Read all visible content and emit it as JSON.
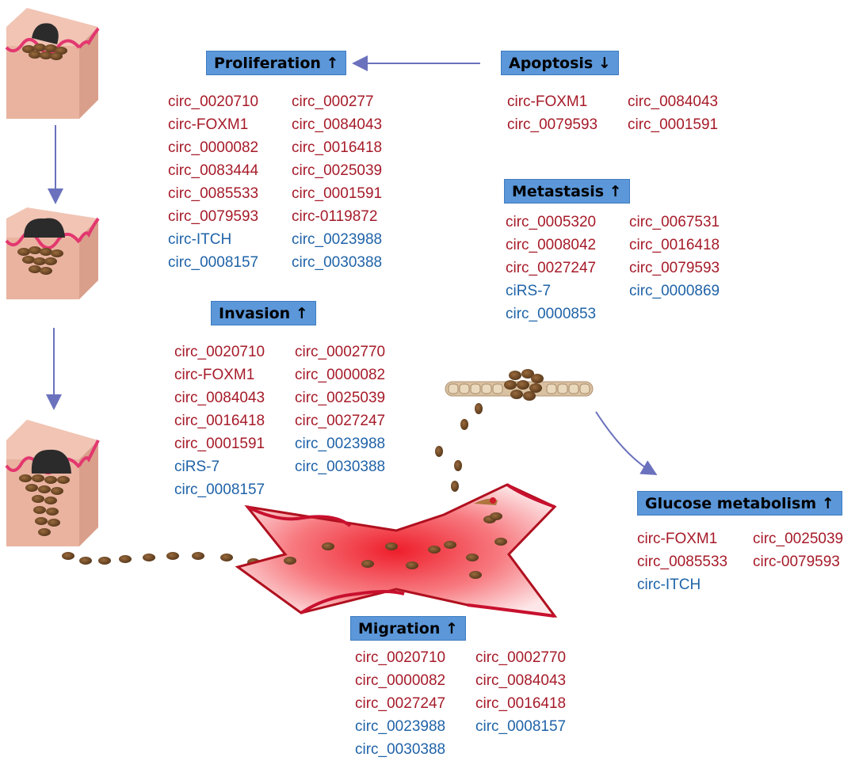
{
  "colors": {
    "up": "#a61b29",
    "down": "#1f63a8",
    "header": "#5b97d9"
  },
  "sections": {
    "proliferation": {
      "label": "Proliferation ↑",
      "col1": [
        {
          "text": "circ_0020710",
          "c": "up"
        },
        {
          "text": "circ-FOXM1",
          "c": "up"
        },
        {
          "text": "circ_0000082",
          "c": "up"
        },
        {
          "text": "circ_0083444",
          "c": "up"
        },
        {
          "text": "circ_0085533",
          "c": "up"
        },
        {
          "text": "circ_0079593",
          "c": "up"
        },
        {
          "text": "circ-ITCH",
          "c": "down"
        },
        {
          "text": "circ_0008157",
          "c": "down"
        }
      ],
      "col2": [
        {
          "text": "circ_000277",
          "c": "up"
        },
        {
          "text": "circ_0084043",
          "c": "up"
        },
        {
          "text": "circ_0016418",
          "c": "up"
        },
        {
          "text": "circ_0025039",
          "c": "up"
        },
        {
          "text": "circ_0001591",
          "c": "up"
        },
        {
          "text": "circ-0119872",
          "c": "up"
        },
        {
          "text": "circ_0023988",
          "c": "down"
        },
        {
          "text": "circ_0030388",
          "c": "down"
        }
      ]
    },
    "apoptosis": {
      "label": "Apoptosis ↓",
      "col1": [
        {
          "text": "circ-FOXM1",
          "c": "up"
        },
        {
          "text": "circ_0079593",
          "c": "up"
        }
      ],
      "col2": [
        {
          "text": "circ_0084043",
          "c": "up"
        },
        {
          "text": "circ_0001591",
          "c": "up"
        }
      ]
    },
    "metastasis": {
      "label": "Metastasis ↑",
      "col1": [
        {
          "text": "circ_0005320",
          "c": "up"
        },
        {
          "text": "circ_0008042",
          "c": "up"
        },
        {
          "text": "circ_0027247",
          "c": "up"
        },
        {
          "text": "ciRS-7",
          "c": "down"
        },
        {
          "text": "circ_0000853",
          "c": "down"
        }
      ],
      "col2": [
        {
          "text": "circ_0067531",
          "c": "up"
        },
        {
          "text": "circ_0016418",
          "c": "up"
        },
        {
          "text": "circ_0079593",
          "c": "up"
        },
        {
          "text": "circ_0000869",
          "c": "down"
        }
      ]
    },
    "invasion": {
      "label": "Invasion ↑",
      "col1": [
        {
          "text": "circ_0020710",
          "c": "up"
        },
        {
          "text": "circ-FOXM1",
          "c": "up"
        },
        {
          "text": "circ_0084043",
          "c": "up"
        },
        {
          "text": "circ_0016418",
          "c": "up"
        },
        {
          "text": "circ_0001591",
          "c": "up"
        },
        {
          "text": "ciRS-7",
          "c": "down"
        },
        {
          "text": "circ_0008157",
          "c": "down"
        }
      ],
      "col2": [
        {
          "text": "circ_0002770",
          "c": "up"
        },
        {
          "text": "circ_0000082",
          "c": "up"
        },
        {
          "text": "circ_0025039",
          "c": "up"
        },
        {
          "text": "circ_0027247",
          "c": "up"
        },
        {
          "text": "circ_0023988",
          "c": "down"
        },
        {
          "text": "circ_0030388",
          "c": "down"
        }
      ]
    },
    "glucose": {
      "label": "Glucose metabolism ↑",
      "col1": [
        {
          "text": "circ-FOXM1",
          "c": "up"
        },
        {
          "text": "circ_0085533",
          "c": "up"
        },
        {
          "text": "circ-ITCH",
          "c": "down"
        }
      ],
      "col2": [
        {
          "text": "circ_0025039",
          "c": "up"
        },
        {
          "text": "circ-0079593",
          "c": "up"
        }
      ]
    },
    "migration": {
      "label": "Migration ↑",
      "col1": [
        {
          "text": "circ_0020710",
          "c": "up"
        },
        {
          "text": "circ_0000082",
          "c": "up"
        },
        {
          "text": "circ_0027247",
          "c": "up"
        },
        {
          "text": "circ_0023988",
          "c": "down"
        },
        {
          "text": "circ_0030388",
          "c": "down"
        }
      ],
      "col2": [
        {
          "text": "circ_0002770",
          "c": "up"
        },
        {
          "text": "circ_0084043",
          "c": "up"
        },
        {
          "text": "circ_0016418",
          "c": "up"
        },
        {
          "text": "circ_0008157",
          "c": "down"
        }
      ]
    }
  }
}
